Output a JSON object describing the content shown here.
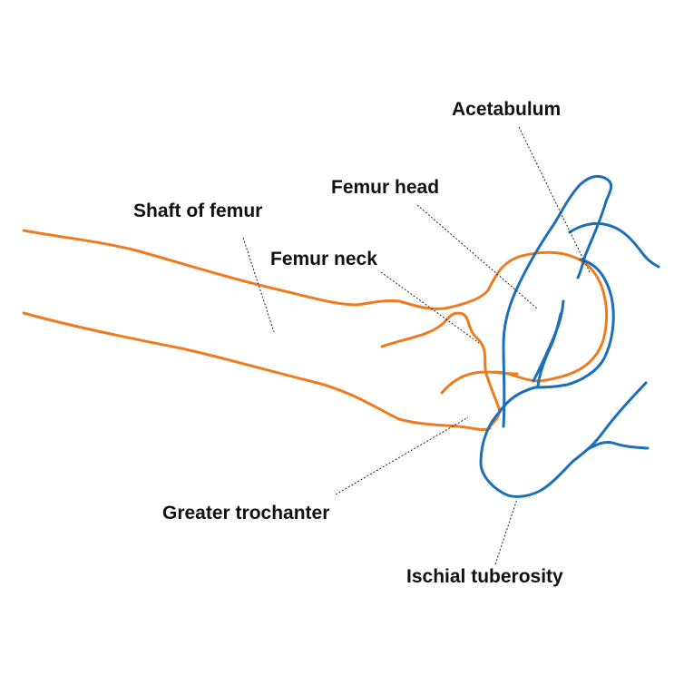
{
  "colors": {
    "femur": "#EE7B1E",
    "pelvis": "#1C6FB8"
  },
  "labels": {
    "acetabulum": "Acetabulum",
    "femur_head": "Femur head",
    "shaft_of_femur": "Shaft of femur",
    "femur_neck": "Femur neck",
    "greater_trochanter": "Greater trochanter",
    "ischial_tuberosity": "Ischial tuberosity"
  }
}
